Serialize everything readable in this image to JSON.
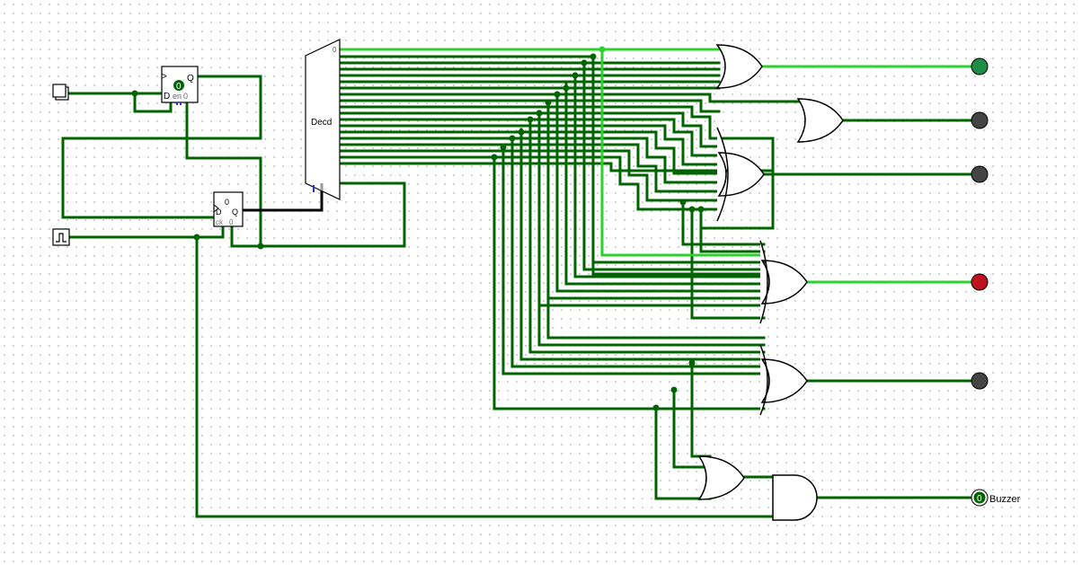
{
  "circuit": {
    "decoder": {
      "label": "Decd",
      "output0_label": "0"
    },
    "flipflop_a": {
      "clock_mark": ">",
      "q_label": "Q",
      "d_label": "D",
      "state": "0",
      "en_label": "en",
      "en_value": "0"
    },
    "flipflop_b": {
      "top_value": "0",
      "d_label": "D",
      "q_label": "Q",
      "clk_label": "ck",
      "clk_value": "0"
    },
    "buzzer": {
      "state": "0",
      "label": "Buzzer"
    },
    "leds": [
      {
        "id": "led-1",
        "color": "#1f8c45",
        "lit": true
      },
      {
        "id": "led-2",
        "color": "#444444",
        "lit": false
      },
      {
        "id": "led-3",
        "color": "#444444",
        "lit": false
      },
      {
        "id": "led-4",
        "color": "#c0121e",
        "lit": true
      },
      {
        "id": "led-5",
        "color": "#444444",
        "lit": false
      }
    ],
    "colors": {
      "wire_low": "#006400",
      "wire_high": "#2dd12d",
      "wire_bus": "#000000",
      "gate_stroke": "#000000",
      "grid_dot": "#c8c8c8"
    },
    "icons": [
      "input-button-icon",
      "clock-icon",
      "or-gate-icon",
      "and-gate-icon",
      "led-icon"
    ]
  }
}
